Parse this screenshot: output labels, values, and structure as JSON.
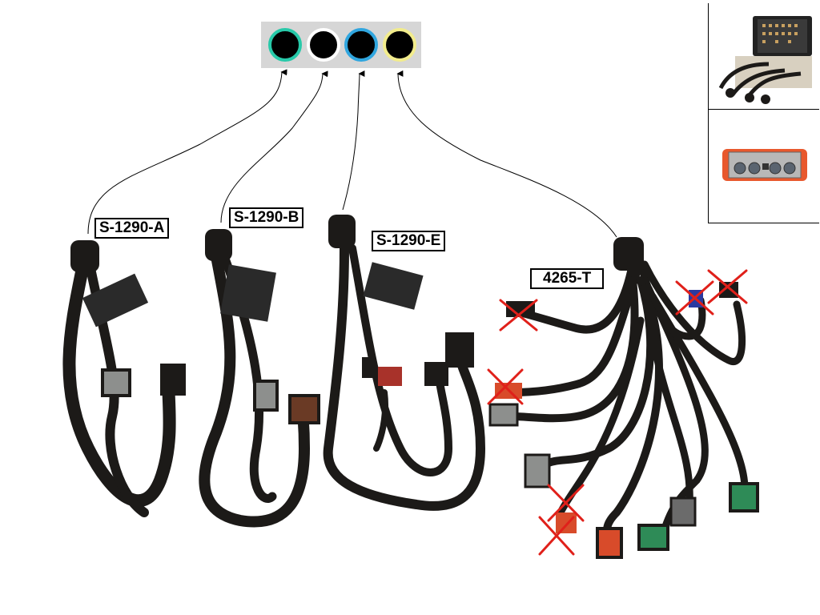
{
  "port_panel": {
    "ports": [
      {
        "ring_color": "#27c9a9"
      },
      {
        "ring_color": "#ffffff"
      },
      {
        "ring_color": "#30a6df"
      },
      {
        "ring_color": "#f2ec8c"
      }
    ]
  },
  "harnesses": [
    {
      "label": "S-1290-A"
    },
    {
      "label": "S-1290-B"
    },
    {
      "label": "S-1290-E"
    },
    {
      "label": "4265-T"
    }
  ],
  "colors": {
    "cable": "#1c1a18",
    "connector_gray": "#8d8f8d",
    "connector_orange": "#d84b2a",
    "connector_green": "#2e8b57",
    "connector_brown": "#6a3a25",
    "cross_mark": "#e0201a",
    "case_orange": "#e8582d"
  },
  "icons": {
    "arrow": "arrow-head-icon",
    "not_available": "red-x-icon"
  }
}
